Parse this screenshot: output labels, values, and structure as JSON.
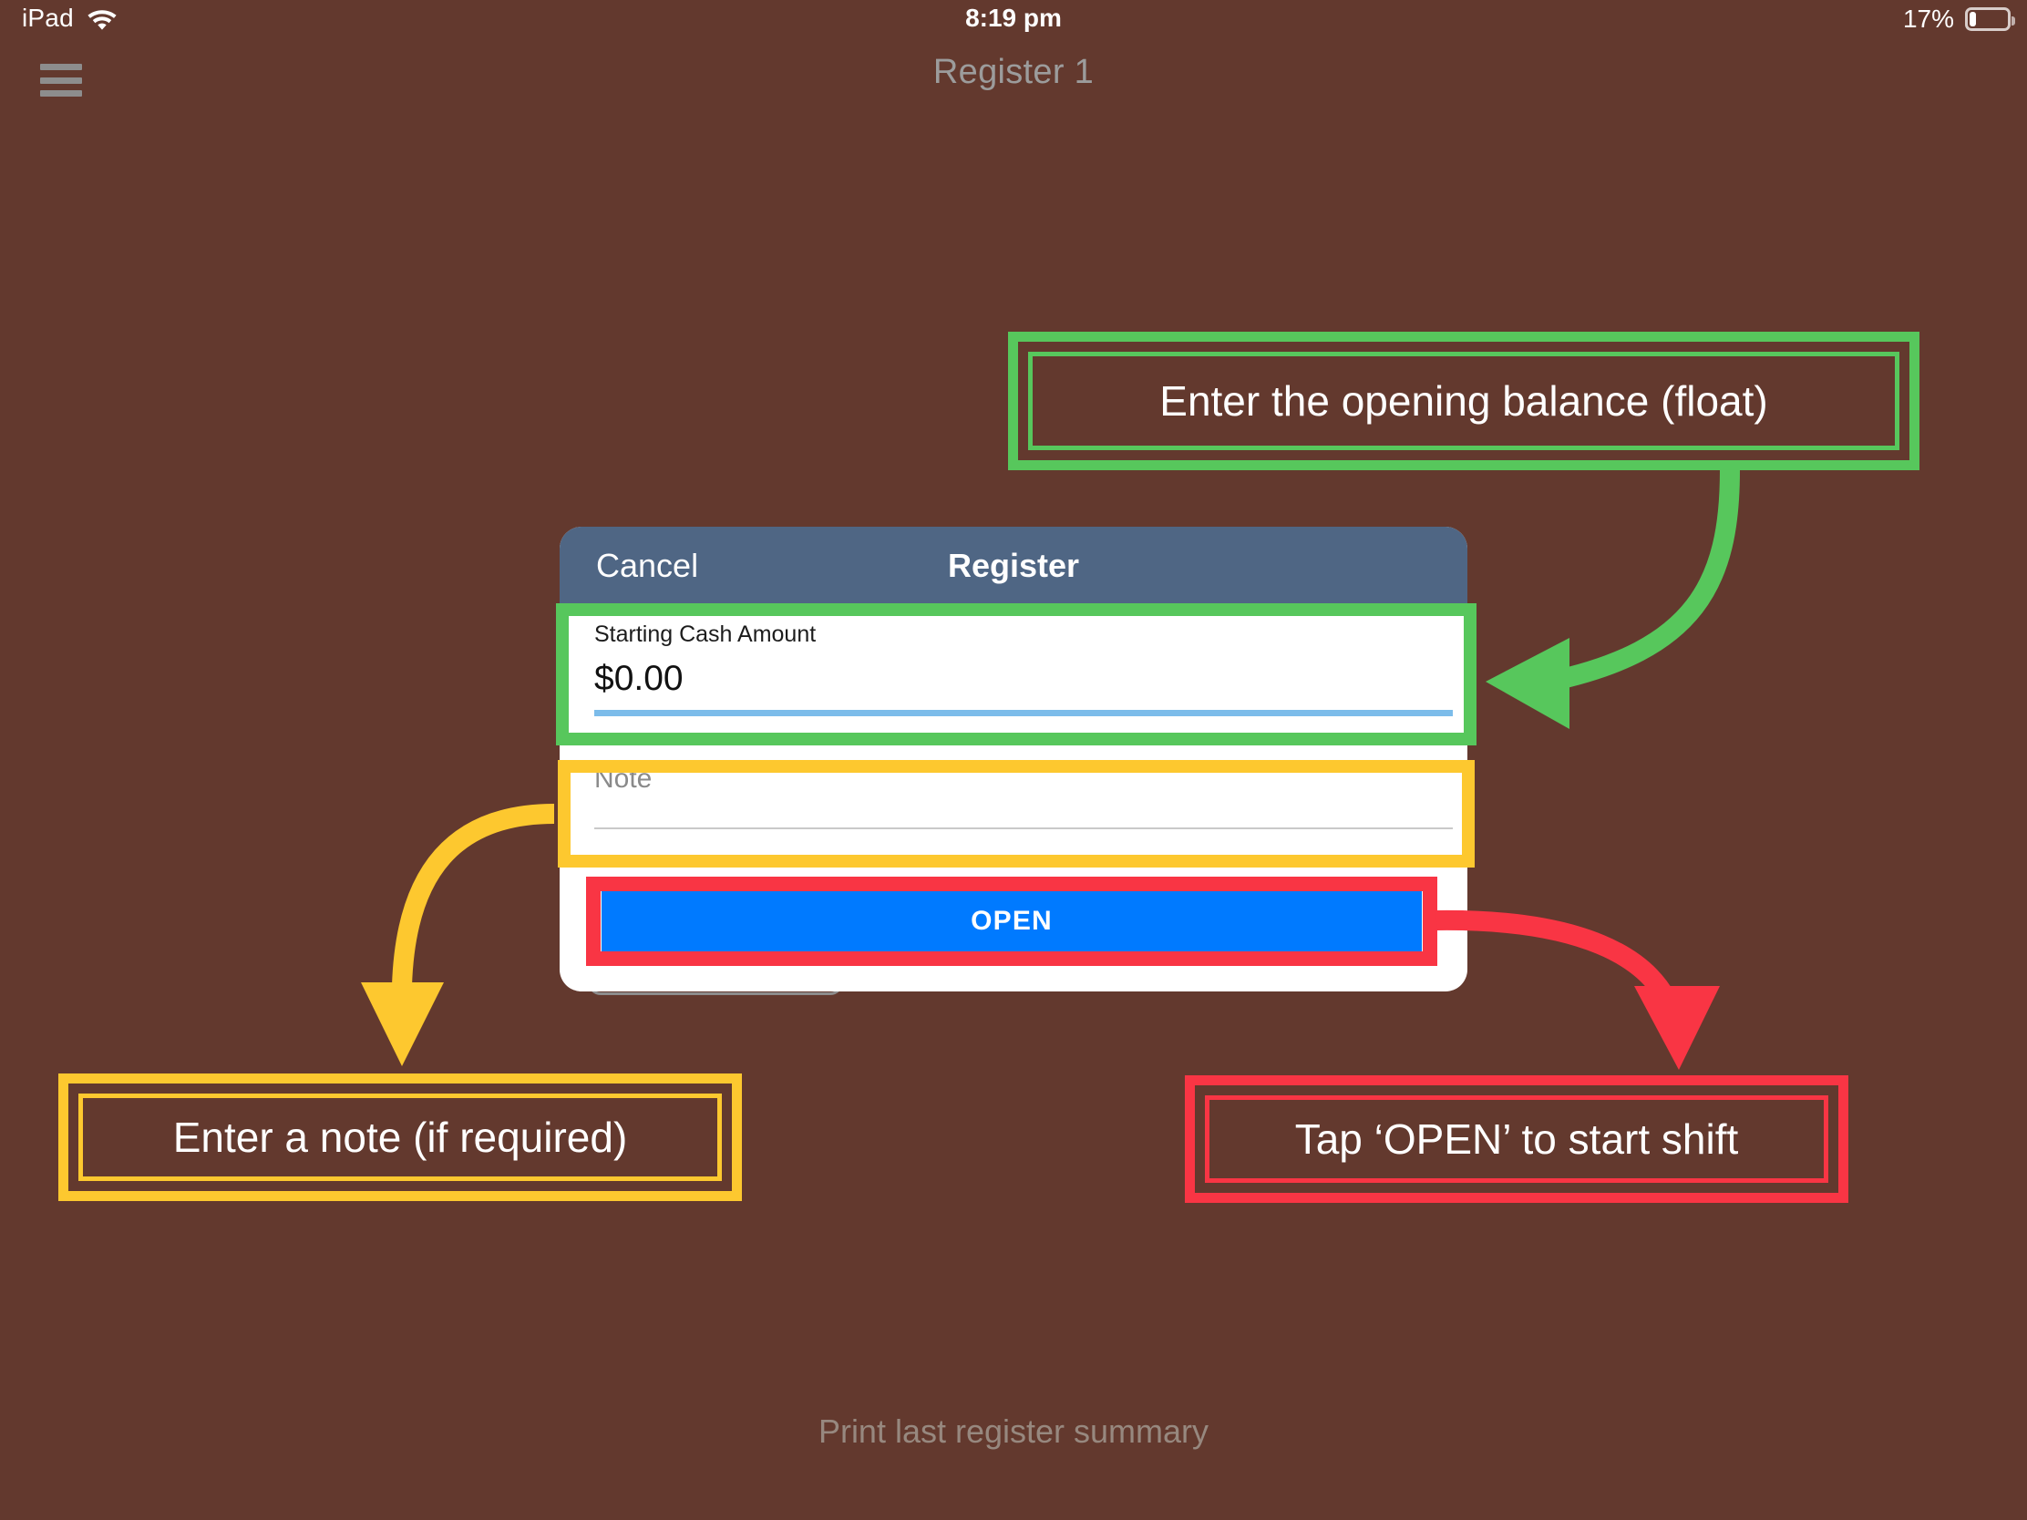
{
  "status_bar": {
    "device_label": "iPad",
    "wifi_icon": "wifi-icon",
    "time": "8:19 pm",
    "battery_percent": "17%",
    "battery_icon": "battery-low-icon"
  },
  "nav": {
    "menu_icon": "hamburger-menu-icon",
    "title": "Register 1"
  },
  "background": {
    "print_summary_label": "Print last register summary"
  },
  "modal": {
    "cancel_label": "Cancel",
    "title": "Register",
    "cash_field": {
      "label": "Starting Cash Amount",
      "value": "$0.00"
    },
    "note_field": {
      "placeholder": "Note",
      "value": ""
    },
    "open_button_label": "OPEN"
  },
  "annotations": [
    {
      "id": "opening-balance",
      "text": "Enter the opening balance (float)",
      "color": "#57c75c"
    },
    {
      "id": "note",
      "text": "Enter a note (if required)",
      "color": "#fdc82f"
    },
    {
      "id": "open",
      "text": "Tap ‘OPEN’ to start shift",
      "color": "#f93544"
    }
  ],
  "colors": {
    "background": "#63392e",
    "modal_header": "#4f6684",
    "primary_button": "#007aff",
    "green_accent": "#57c75c",
    "yellow_accent": "#fdc82f",
    "red_accent": "#f93544",
    "cash_underline": "#7cbcea"
  }
}
